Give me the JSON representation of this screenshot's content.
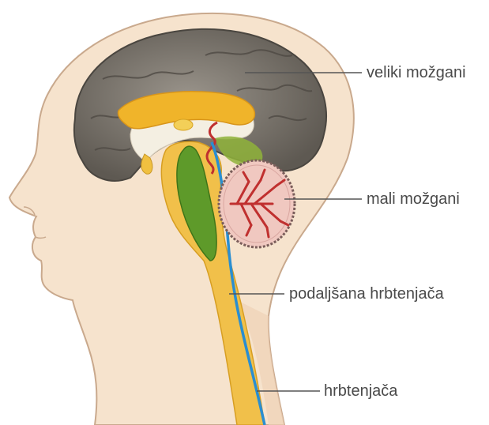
{
  "labels": {
    "cerebrum": "veliki možgani",
    "cerebellum": "mali možgani",
    "medulla": "podaljšana hrbtenjača",
    "spinal_cord": "hrbtenjača"
  },
  "colors": {
    "skin": "#f6e3cd",
    "skin_outline": "#c9a98d",
    "cerebrum": "#7d776e",
    "corpus_callosum": "#f0b42a",
    "brainstem": "#f1c04a",
    "green_region": "#7fa832",
    "cerebellum": "#f0c8c0",
    "arbor_vitae": "#c0302f",
    "blue_line": "#2a8ed1",
    "leader_line": "#555555"
  }
}
